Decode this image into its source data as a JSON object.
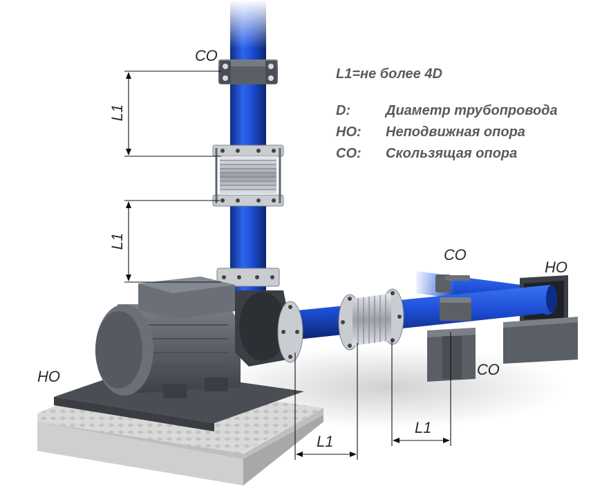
{
  "legend": {
    "formula": "L1=не более 4D",
    "items": [
      {
        "abbr": "D:",
        "text": "Диаметр трубопровода"
      },
      {
        "abbr": "НО:",
        "text": "Неподвижная опора"
      },
      {
        "abbr": "СО:",
        "text": "Скользящая опора"
      }
    ]
  },
  "labels": {
    "co_top": "СО",
    "co_right_top": "СО",
    "co_right_bottom": "СО",
    "ho_right": "НО",
    "ho_left": "НО",
    "l1_vert_top": "L1",
    "l1_vert_bottom": "L1",
    "l1_horiz_left": "L1",
    "l1_horiz_right": "L1"
  },
  "colors": {
    "pipe": "#1f4fd1",
    "pipe_dark": "#0f2f8f",
    "motor": "#5a5f66",
    "steel": "#c9ccd1"
  }
}
